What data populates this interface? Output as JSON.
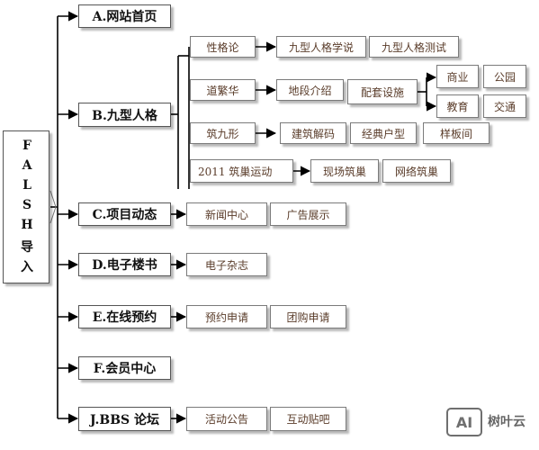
{
  "root": {
    "label": "FALSH导入",
    "chars": [
      "F",
      "A",
      "L",
      "S",
      "H",
      "导",
      "入"
    ]
  },
  "sections": {
    "a": {
      "label": "A.网站首页"
    },
    "b": {
      "label": "B.九型人格",
      "xingge": {
        "label": "性格论",
        "children": [
          "九型人格学说",
          "九型人格测试"
        ]
      },
      "daofanhua": {
        "label": "道繁华",
        "children": [
          "地段介绍",
          "配套设施"
        ],
        "peitao_children": [
          "商业",
          "公园",
          "教育",
          "交通"
        ]
      },
      "zhujiuxing": {
        "label": "筑九形",
        "children": [
          "建筑解码",
          "经典户型",
          "样板间"
        ]
      },
      "zhuchao": {
        "label": "2011 筑巢运动",
        "children": [
          "现场筑巢",
          "网络筑巢"
        ]
      }
    },
    "c": {
      "label": "C.项目动态",
      "children": [
        "新闻中心",
        "广告展示"
      ]
    },
    "d": {
      "label": "D.电子楼书",
      "children": [
        "电子杂志"
      ]
    },
    "e": {
      "label": "E.在线预约",
      "children": [
        "预约申请",
        "团购申请"
      ]
    },
    "f": {
      "label": "F.会员中心"
    },
    "j": {
      "label": "J.BBS 论坛",
      "children": [
        "活动公告",
        "互动贴吧"
      ]
    }
  },
  "watermark": {
    "icon": "AI",
    "text": "树叶云"
  }
}
